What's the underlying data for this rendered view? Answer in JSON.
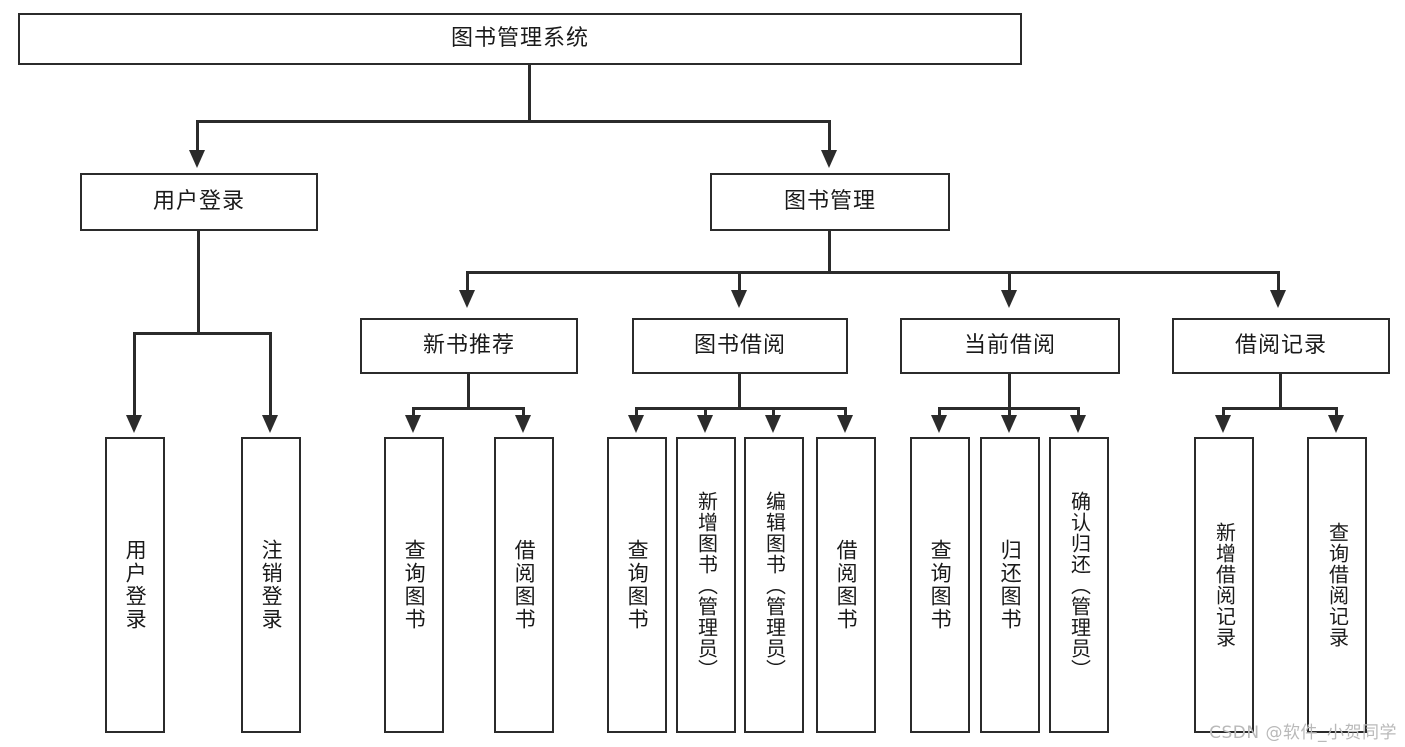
{
  "diagram": {
    "type": "tree",
    "title_node": {
      "id": "root",
      "label": "图书管理系统"
    },
    "level2": [
      {
        "id": "user-login",
        "label": "用户登录"
      },
      {
        "id": "book-management",
        "label": "图书管理"
      }
    ],
    "level3": [
      {
        "id": "new-book-recommend",
        "label": "新书推荐"
      },
      {
        "id": "book-borrow",
        "label": "图书借阅"
      },
      {
        "id": "current-borrow",
        "label": "当前借阅"
      },
      {
        "id": "borrow-record",
        "label": "借阅记录"
      }
    ],
    "leaves": [
      {
        "id": "leaf-user-login",
        "label": "用户登录",
        "parent": "user-login"
      },
      {
        "id": "leaf-logout-login",
        "label": "注销登录",
        "parent": "user-login"
      },
      {
        "id": "leaf-query-book-1",
        "label": "查询图书",
        "parent": "new-book-recommend"
      },
      {
        "id": "leaf-borrow-book-1",
        "label": "借阅图书",
        "parent": "new-book-recommend"
      },
      {
        "id": "leaf-query-book-2",
        "label": "查询图书",
        "parent": "book-borrow"
      },
      {
        "id": "leaf-add-book",
        "label": "新增图书（管理员）",
        "parent": "book-borrow"
      },
      {
        "id": "leaf-edit-book",
        "label": "编辑图书（管理员）",
        "parent": "book-borrow"
      },
      {
        "id": "leaf-borrow-book-2",
        "label": "借阅图书",
        "parent": "book-borrow"
      },
      {
        "id": "leaf-query-book-3",
        "label": "查询图书",
        "parent": "current-borrow"
      },
      {
        "id": "leaf-return-book",
        "label": "归还图书",
        "parent": "current-borrow"
      },
      {
        "id": "leaf-confirm-return",
        "label": "确认归还（管理员）",
        "parent": "current-borrow"
      },
      {
        "id": "leaf-add-record",
        "label": "新增借阅记录",
        "parent": "borrow-record"
      },
      {
        "id": "leaf-query-record",
        "label": "查询借阅记录",
        "parent": "borrow-record"
      }
    ],
    "watermark": "CSDN @软件_小贺同学",
    "colors": {
      "stroke": "#2b2b2b",
      "background": "#ffffff",
      "text": "#1a1a1a",
      "watermark": "#b9b9b9"
    }
  }
}
